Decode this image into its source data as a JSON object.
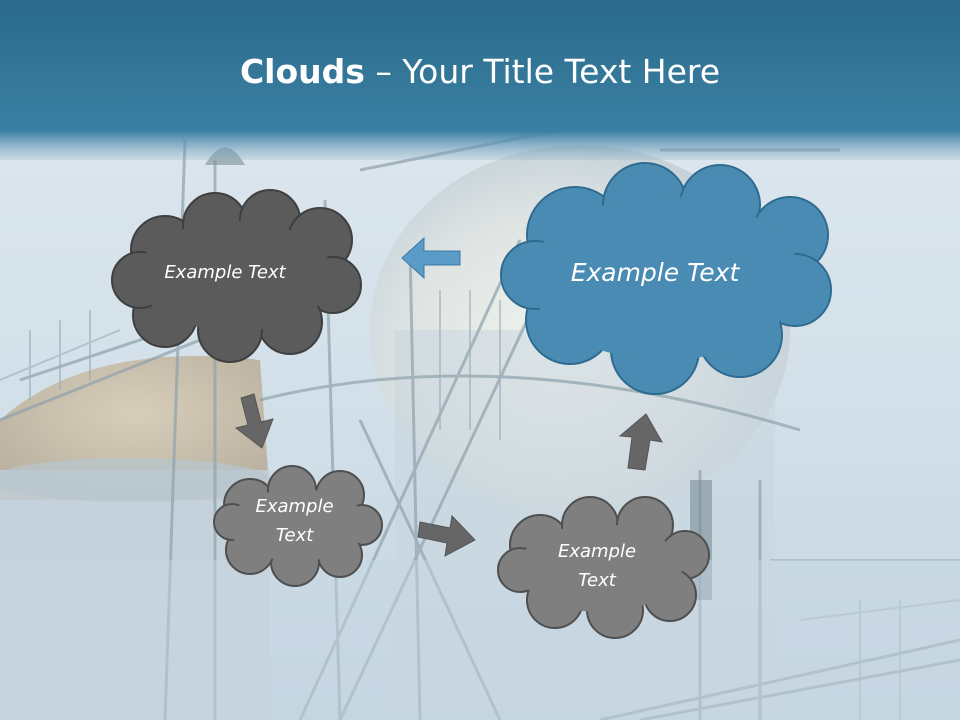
{
  "title": {
    "bold": "Clouds",
    "rest": " – Your Title Text Here"
  },
  "clouds": {
    "top_left": "Example Text",
    "top_right": "Example Text",
    "bottom_left": {
      "line1": "Example",
      "line2": "Text"
    },
    "bottom_right": {
      "line1": "Example",
      "line2": "Text"
    }
  },
  "colors": {
    "header": "#2e7193",
    "dark_cloud": "#5b5b5b",
    "blue_cloud": "#4a8bb3",
    "gray_cloud": "#7f7f7f",
    "arrow_gray": "#666666",
    "arrow_blue": "#5b9bc7"
  }
}
